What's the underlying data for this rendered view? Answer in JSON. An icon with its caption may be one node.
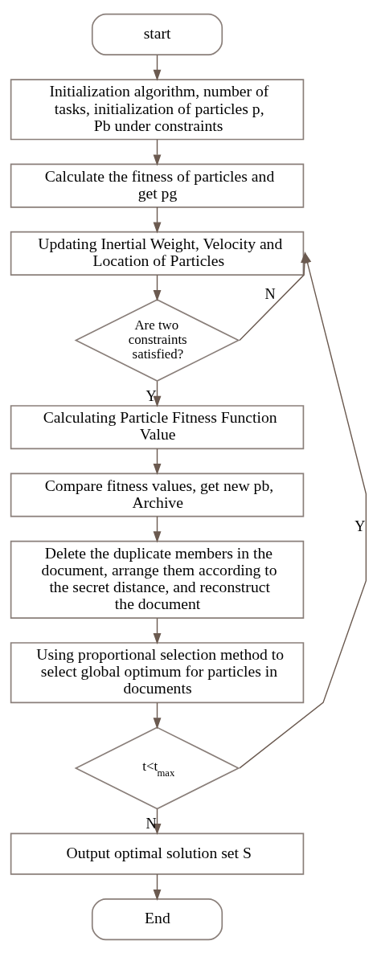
{
  "diagram": {
    "nodes": [
      {
        "text": [
          "start"
        ]
      },
      {
        "text": [
          "Initialization algorithm, number of tasks, initialization of particles p, Pb under constraints"
        ]
      },
      {
        "text": [
          "Calculate the fitness of particles and get pg"
        ]
      },
      {
        "text": [
          "Updating Inertial Weight, Velocity and Location of Particles"
        ]
      },
      {
        "text": [
          "Are two constraints satisfied?"
        ]
      },
      {
        "text": [
          "Calculating Particle Fitness Function Value"
        ]
      },
      {
        "text": [
          "Compare fitness values, get new pb, Archive"
        ]
      },
      {
        "text": [
          "Delete the duplicate members in the document, arrange them according to the secret distance, and reconstruct the document"
        ]
      },
      {
        "text": [
          "Using proportional selection method to select global optimum for particles in documents"
        ]
      },
      {
        "text": [
          "t<t$_{max}$"
        ]
      },
      {
        "text": [
          "Output optimal solution set S"
        ]
      },
      {
        "text": [
          "End"
        ]
      }
    ],
    "edges": [
      {
        "from": 0,
        "to": 1,
        "arrow": "to"
      },
      {
        "from": 1,
        "to": 2,
        "arrow": "to"
      },
      {
        "from": 2,
        "to": 3,
        "arrow": "to"
      },
      {
        "from": 3,
        "to": 4,
        "arrow": "to"
      },
      {
        "from": 4,
        "to": 5,
        "arrow": "to",
        "label": "Y"
      },
      {
        "from": 4,
        "to": 3,
        "arrow": "to",
        "label": "N"
      },
      {
        "from": 5,
        "to": 6,
        "arrow": "to"
      },
      {
        "from": 6,
        "to": 7,
        "arrow": "to"
      },
      {
        "from": 7,
        "to": 8,
        "arrow": "to"
      },
      {
        "from": 8,
        "to": 9,
        "arrow": "to"
      },
      {
        "from": 9,
        "to": 3,
        "arrow": "to",
        "label": "Y"
      },
      {
        "from": 9,
        "to": 10,
        "arrow": "to",
        "label": "N"
      },
      {
        "from": 10,
        "to": 11,
        "arrow": "to"
      }
    ]
  }
}
